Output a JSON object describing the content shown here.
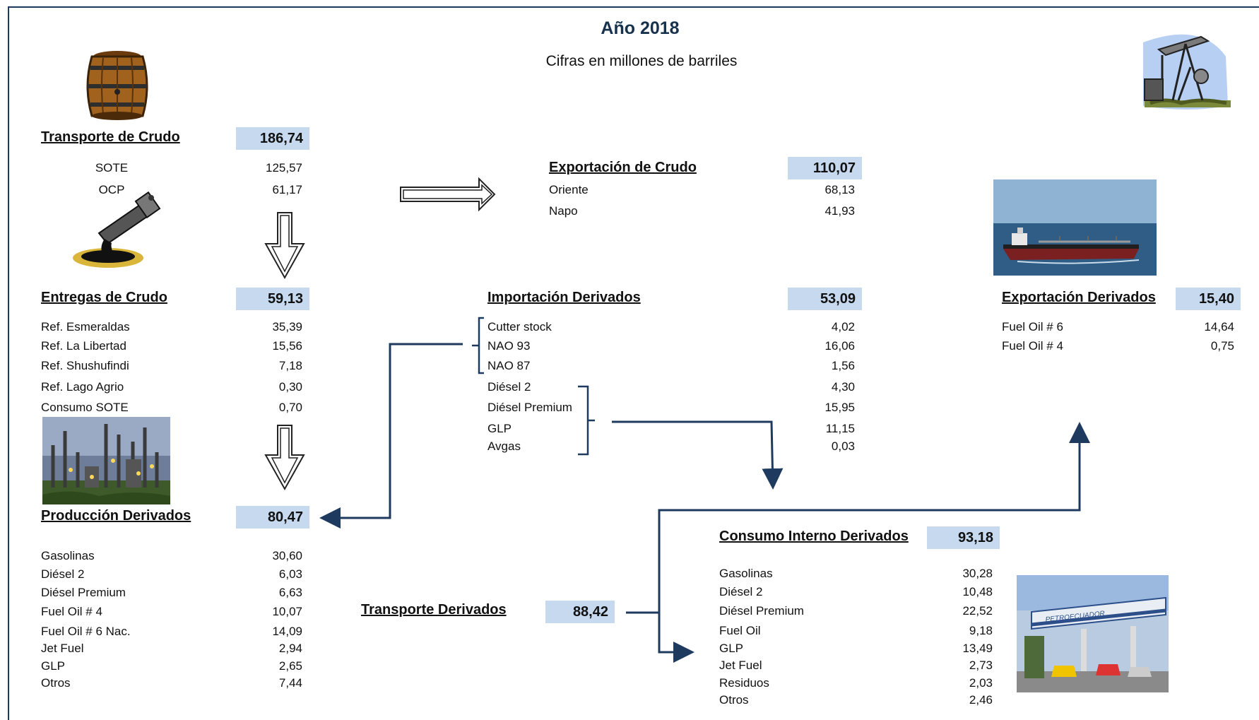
{
  "header": {
    "title": "Año 2018",
    "subtitle": "Cifras en millones de barriles"
  },
  "transporte_crudo": {
    "label": "Transporte de Crudo",
    "total": "186,74",
    "items": [
      {
        "label": "SOTE",
        "value": "125,57"
      },
      {
        "label": "OCP",
        "value": "61,17"
      }
    ]
  },
  "exportacion_crudo": {
    "label": "Exportación de Crudo",
    "total": "110,07",
    "items": [
      {
        "label": "Oriente",
        "value": "68,13"
      },
      {
        "label": "Napo",
        "value": "41,93"
      }
    ]
  },
  "entregas_crudo": {
    "label": "Entregas de Crudo",
    "total": "59,13",
    "items": [
      {
        "label": "Ref. Esmeraldas",
        "value": "35,39"
      },
      {
        "label": "Ref. La Libertad",
        "value": "15,56"
      },
      {
        "label": "Ref. Shushufindi",
        "value": "7,18"
      },
      {
        "label": "Ref. Lago Agrio",
        "value": "0,30"
      },
      {
        "label": "Consumo SOTE",
        "value": "0,70"
      }
    ]
  },
  "importacion_derivados": {
    "label": "Importación Derivados",
    "total": "53,09",
    "items": [
      {
        "label": "Cutter stock",
        "value": "4,02"
      },
      {
        "label": "NAO 93",
        "value": "16,06"
      },
      {
        "label": "NAO 87",
        "value": "1,56"
      },
      {
        "label": "Diésel 2",
        "value": "4,30"
      },
      {
        "label": "Diésel Premium",
        "value": "15,95"
      },
      {
        "label": "GLP",
        "value": "11,15"
      },
      {
        "label": "Avgas",
        "value": "0,03"
      }
    ]
  },
  "exportacion_derivados": {
    "label": "Exportación Derivados",
    "total": "15,40",
    "items": [
      {
        "label": "Fuel Oil # 6",
        "value": "14,64"
      },
      {
        "label": "Fuel Oil # 4",
        "value": "0,75"
      }
    ]
  },
  "produccion_derivados": {
    "label": "Producción Derivados",
    "total": "80,47",
    "items": [
      {
        "label": "Gasolinas",
        "value": "30,60"
      },
      {
        "label": "Diésel 2",
        "value": "6,03"
      },
      {
        "label": "Diésel Premium",
        "value": "6,63"
      },
      {
        "label": "Fuel Oil # 4",
        "value": "10,07"
      },
      {
        "label": "Fuel Oil # 6 Nac.",
        "value": "14,09"
      },
      {
        "label": "Jet Fuel",
        "value": "2,94"
      },
      {
        "label": "GLP",
        "value": "2,65"
      },
      {
        "label": "Otros",
        "value": "7,44"
      }
    ]
  },
  "transporte_derivados": {
    "label": "Transporte Derivados",
    "total": "88,42"
  },
  "consumo_interno": {
    "label": "Consumo Interno Derivados",
    "total": "93,18",
    "items": [
      {
        "label": "Gasolinas",
        "value": "30,28"
      },
      {
        "label": "Diésel 2",
        "value": "10,48"
      },
      {
        "label": "Diésel Premium",
        "value": "22,52"
      },
      {
        "label": "Fuel Oil",
        "value": "9,18"
      },
      {
        "label": "GLP",
        "value": "13,49"
      },
      {
        "label": "Jet Fuel",
        "value": "2,73"
      },
      {
        "label": "Residuos",
        "value": "2,03"
      },
      {
        "label": "Otros",
        "value": "2,46"
      }
    ]
  },
  "pictures": {
    "barrel": "barrel-icon",
    "oil_pump": "oil-pumpjack-icon",
    "pipe": "oil-pipe-spill-icon",
    "ship": "tanker-ship-photo",
    "refinery": "refinery-photo",
    "gas_station": "petroecuador-gas-station-photo",
    "gas_station_sign": "PETROECUADOR"
  },
  "colors": {
    "total_box": "#c6d9ef",
    "connector": "#1f3a5f",
    "title": "#17324d"
  }
}
